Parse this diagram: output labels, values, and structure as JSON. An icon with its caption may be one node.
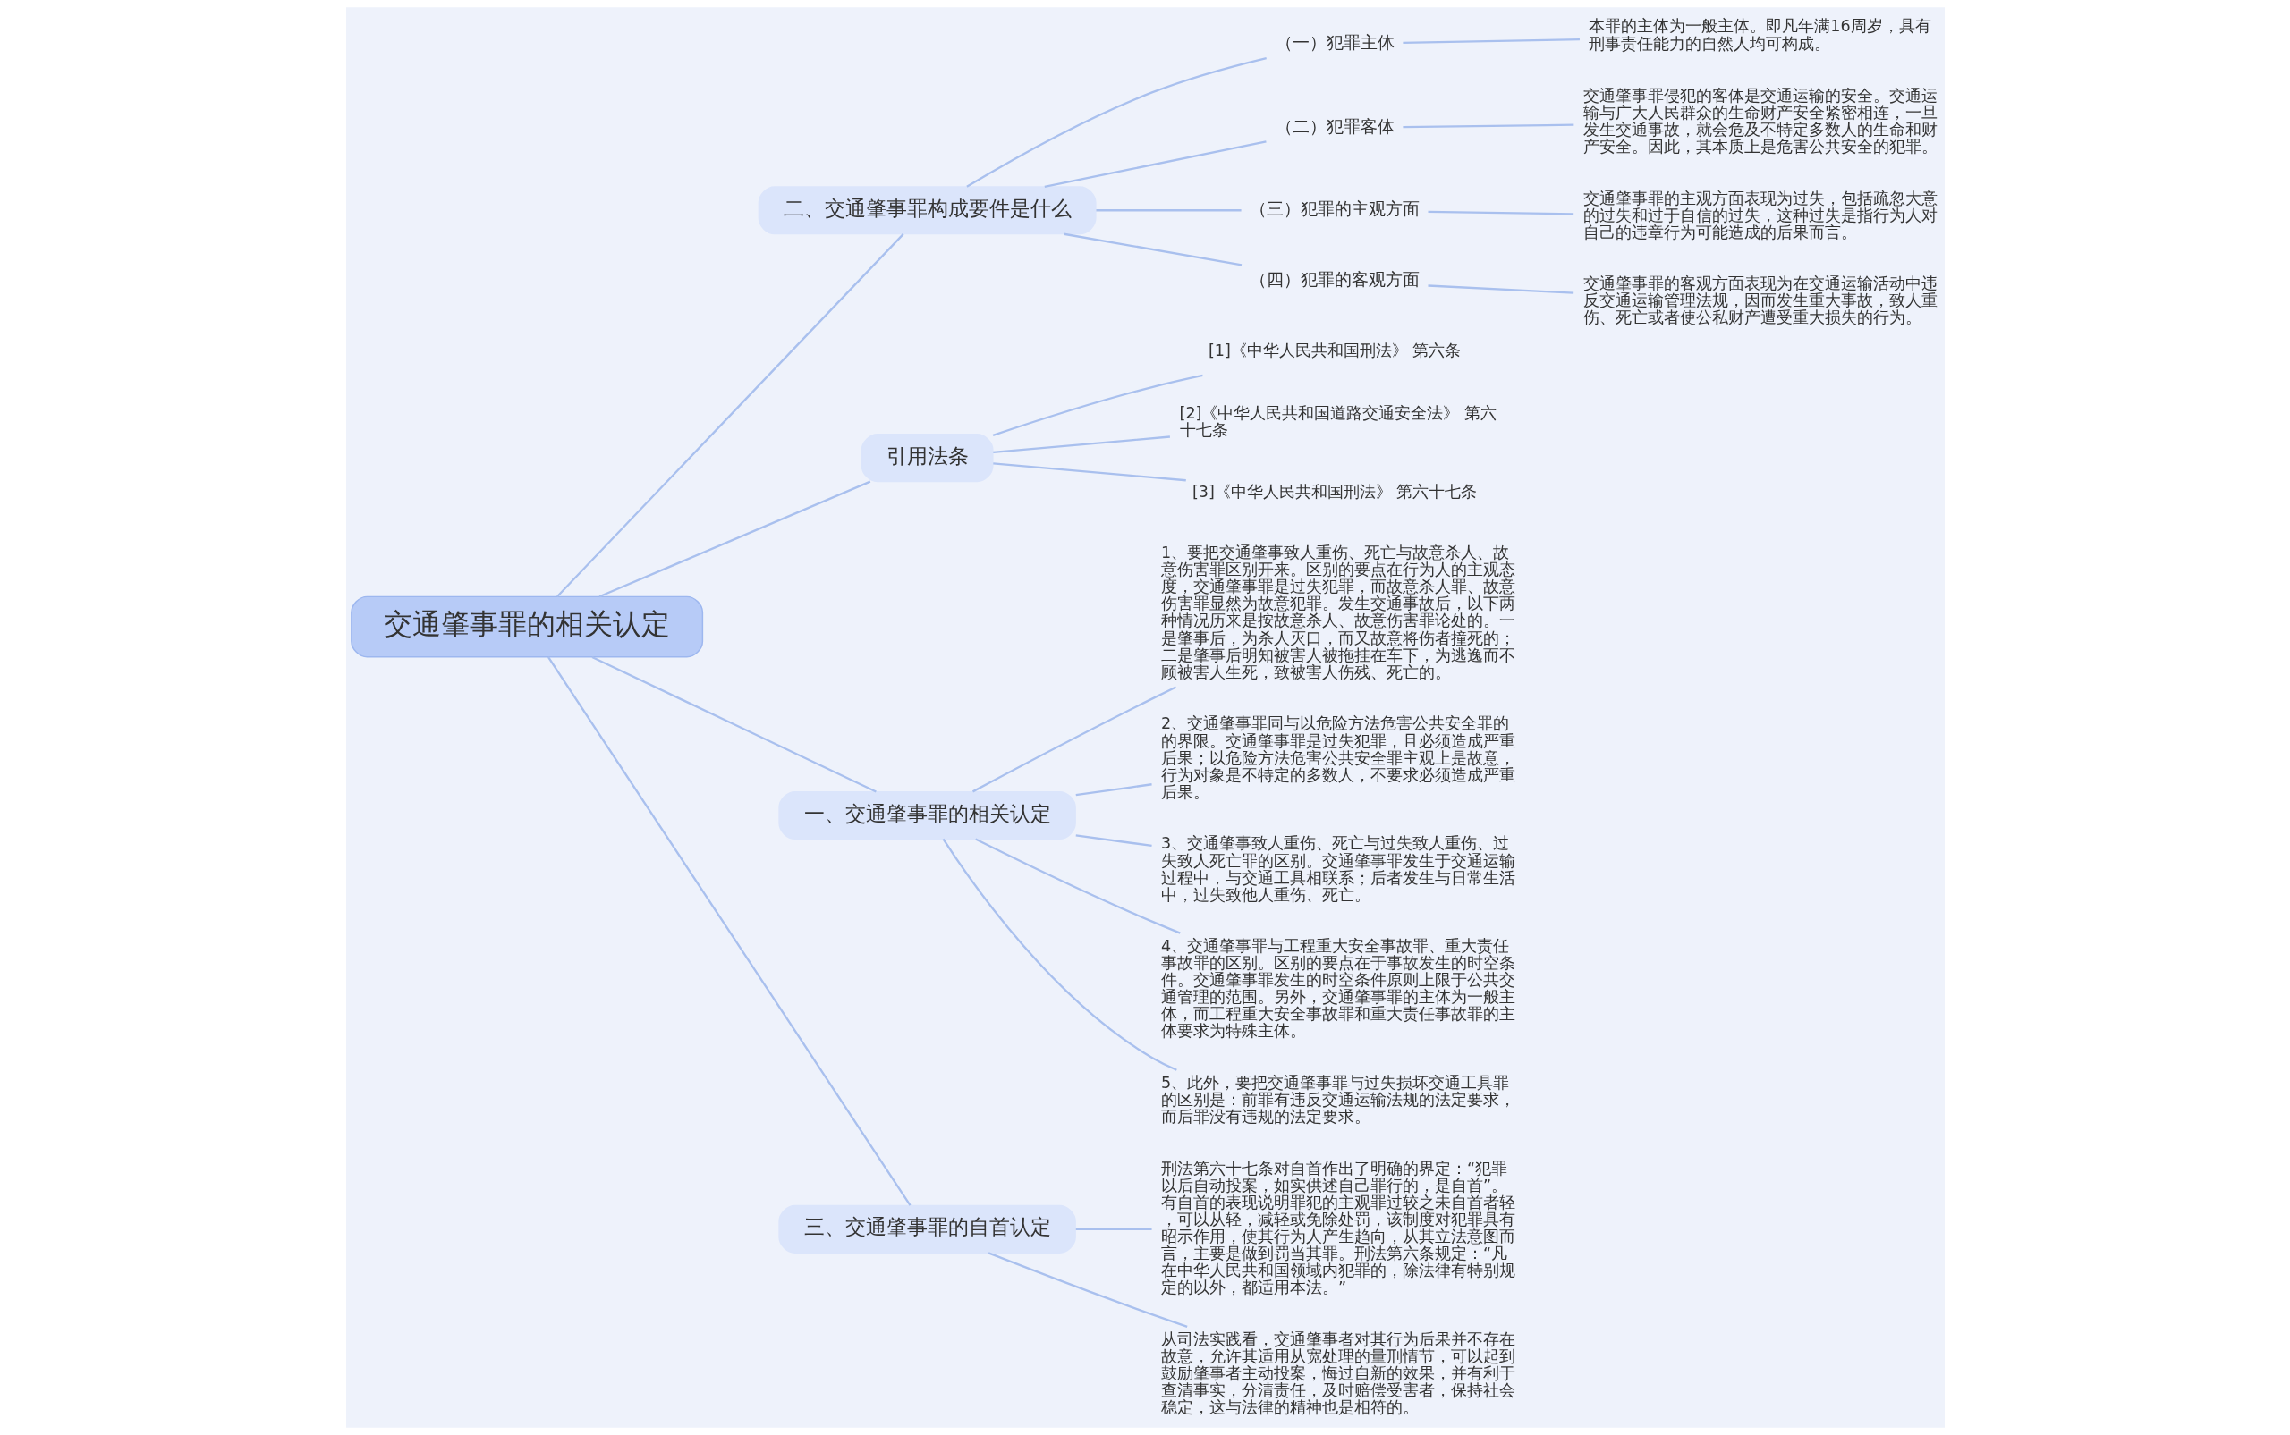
{
  "diagram": {
    "nodes": [
      {
        "text": [
          "交通肇事罪的相关认定"
        ]
      },
      {
        "text": [
          "二、交通肇事罪构成要件是什么"
        ]
      },
      {
        "text": [
          "（一）犯罪主体"
        ]
      },
      {
        "text": [
          "本罪的主体为一般主体。即凡年满16周岁，具有刑事责任能力的自然人均可构成。"
        ]
      },
      {
        "text": [
          "（二）犯罪客体"
        ]
      },
      {
        "text": [
          "交通肇事罪侵犯的客体是交通运输的安全。交通运输与广大人民群众的生命财产安全紧密相连，一旦发生交通事故，就会危及不特定多数人的生命和财产安全。因此，其本质上是危害公共安全的犯罪。"
        ]
      },
      {
        "text": [
          "（三）犯罪的主观方面"
        ]
      },
      {
        "text": [
          "交通肇事罪的主观方面表现为过失，包括疏忽大意的过失和过于自信的过失，这种过失是指行为人对自己的违章行为可能造成的后果而言。"
        ]
      },
      {
        "text": [
          "（四）犯罪的客观方面"
        ]
      },
      {
        "text": [
          "交通肇事罪的客观方面表现为在交通运输活动中违反交通运输管理法规，因而发生重大事故，致人重伤、死亡或者使公私财产遭受重大损失的行为。"
        ]
      },
      {
        "text": [
          "引用法条"
        ]
      },
      {
        "text": [
          "[1]《中华人民共和国刑法》 第六条"
        ]
      },
      {
        "text": [
          "[2]《中华人民共和国道路交通安全法》 第六十七条"
        ]
      },
      {
        "text": [
          "[3]《中华人民共和国刑法》 第六十七条"
        ]
      },
      {
        "text": [
          "一、交通肇事罪的相关认定"
        ]
      },
      {
        "text": [
          "1、要把交通肇事致人重伤、死亡与故意杀人、故意伤害罪区别开来。区别的要点在行为人的主观态度，交通肇事罪是过失犯罪，而故意杀人罪、故意伤害罪显然为故意犯罪。发生交通事故后，以下两种情况历来是按故意杀人、故意伤害罪论处的。一是肇事后，为杀人灭口，而又故意将伤者撞死的；二是肇事后明知被害人被拖挂在车下，为逃逸而不顾被害人生死，致被害人伤残、死亡的。"
        ]
      },
      {
        "text": [
          "2、交通肇事罪同与以危险方法危害公共安全罪的的界限。交通肇事罪是过失犯罪，且必须造成严重后果；以危险方法危害公共安全罪主观上是故意，行为对象是不特定的多数人，不要求必须造成严重后果。"
        ]
      },
      {
        "text": [
          "3、交通肇事致人重伤、死亡与过失致人重伤、过失致人死亡罪的区别。交通肇事罪发生于交通运输过程中，与交通工具相联系；后者发生与日常生活中，过失致他人重伤、死亡。"
        ]
      },
      {
        "text": [
          "4、交通肇事罪与工程重大安全事故罪、重大责任事故罪的区别。区别的要点在于事故发生的时空条件。交通肇事罪发生的时空条件原则上限于公共交通管理的范围。另外，交通肇事罪的主体为一般主体，而工程重大安全事故罪和重大责任事故罪的主体要求为特殊主体。"
        ]
      },
      {
        "text": [
          "5、此外，要把交通肇事罪与过失损坏交通工具罪的区别是：前罪有违反交通运输法规的法定要求，而后罪没有违规的法定要求。"
        ]
      },
      {
        "text": [
          "三、交通肇事罪的自首认定"
        ]
      },
      {
        "text": [
          "刑法第六十七条对自首作出了明确的界定：“犯罪以后自动投案，如实供述自己罪行的，是自首”。有自首的表现说明罪犯的主观罪过较之未自首者轻，可以从轻，减轻或免除处罚，该制度对犯罪具有昭示作用，使其行为人产生趋向，从其立法意图而言，主要是做到罚当其罪。刑法第六条规定：“凡在中华人民共和国领域内犯罪的，除法律有特别规定的以外，都适用本法。”"
        ]
      },
      {
        "text": [
          "从司法实践看，交通肇事者对其行为后果并不存在故意，允许其适用从宽处理的量刑情节，可以起到鼓励肇事者主动投案，悔过自新的效果，并有利于查清事实，分清责任，及时赔偿受害者，保持社会稳定，这与法律的精神也是相符的。"
        ]
      }
    ],
    "edges": [
      {
        "from": 0,
        "to": 1,
        "arrow": "none"
      },
      {
        "from": 1,
        "to": 2,
        "arrow": "none"
      },
      {
        "from": 2,
        "to": 3,
        "arrow": "none"
      },
      {
        "from": 1,
        "to": 4,
        "arrow": "none"
      },
      {
        "from": 4,
        "to": 5,
        "arrow": "none"
      },
      {
        "from": 1,
        "to": 6,
        "arrow": "none"
      },
      {
        "from": 6,
        "to": 7,
        "arrow": "none"
      },
      {
        "from": 1,
        "to": 8,
        "arrow": "none"
      },
      {
        "from": 8,
        "to": 9,
        "arrow": "none"
      },
      {
        "from": 0,
        "to": 10,
        "arrow": "none"
      },
      {
        "from": 10,
        "to": 11,
        "arrow": "none"
      },
      {
        "from": 10,
        "to": 12,
        "arrow": "none"
      },
      {
        "from": 10,
        "to": 13,
        "arrow": "none"
      },
      {
        "from": 0,
        "to": 14,
        "arrow": "none"
      },
      {
        "from": 14,
        "to": 15,
        "arrow": "none"
      },
      {
        "from": 14,
        "to": 16,
        "arrow": "none"
      },
      {
        "from": 14,
        "to": 17,
        "arrow": "none"
      },
      {
        "from": 14,
        "to": 18,
        "arrow": "none"
      },
      {
        "from": 14,
        "to": 19,
        "arrow": "none"
      },
      {
        "from": 0,
        "to": 20,
        "arrow": "none"
      },
      {
        "from": 20,
        "to": 21,
        "arrow": "none"
      },
      {
        "from": 20,
        "to": 22,
        "arrow": "none"
      }
    ]
  }
}
